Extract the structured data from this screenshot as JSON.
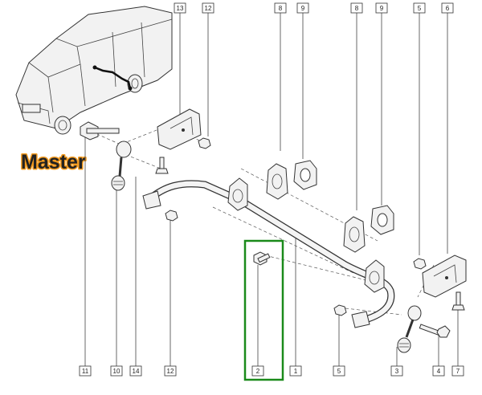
{
  "brand_label": "Master",
  "highlight_color": "#1a8a1a",
  "brand_outline_color": "#f39a1e",
  "callouts_top": [
    "13",
    "12",
    "8",
    "9",
    "8",
    "9",
    "5",
    "6"
  ],
  "callouts_bottom": [
    "11",
    "10",
    "14",
    "12",
    "2",
    "1",
    "5",
    "3",
    "4",
    "7"
  ],
  "highlighted_part": "2"
}
